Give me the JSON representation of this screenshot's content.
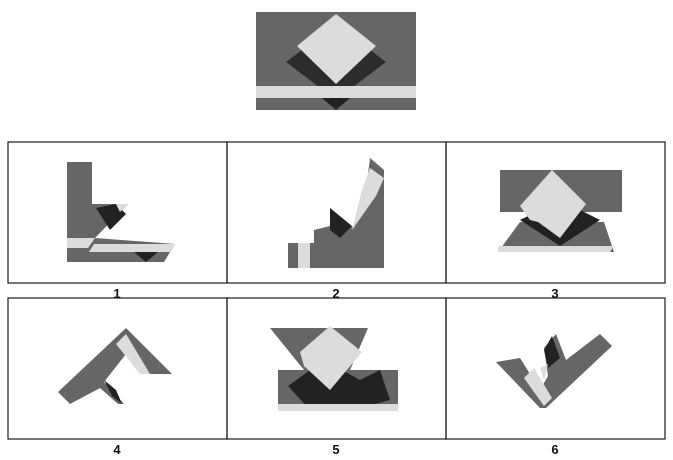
{
  "colors": {
    "dark_grey": "#666666",
    "light_grey": "#dcdcdc",
    "black": "#222222",
    "border": "#1a1a1a",
    "background": "#ffffff"
  },
  "reference_figure": {
    "shapes": [
      "grey-rectangle",
      "light-diamond",
      "dark-diamond-shadow",
      "light-horizontal-band",
      "dark-bottom-triangle"
    ]
  },
  "options": [
    {
      "label": "1"
    },
    {
      "label": "2"
    },
    {
      "label": "3"
    },
    {
      "label": "4"
    },
    {
      "label": "5"
    },
    {
      "label": "6"
    }
  ]
}
